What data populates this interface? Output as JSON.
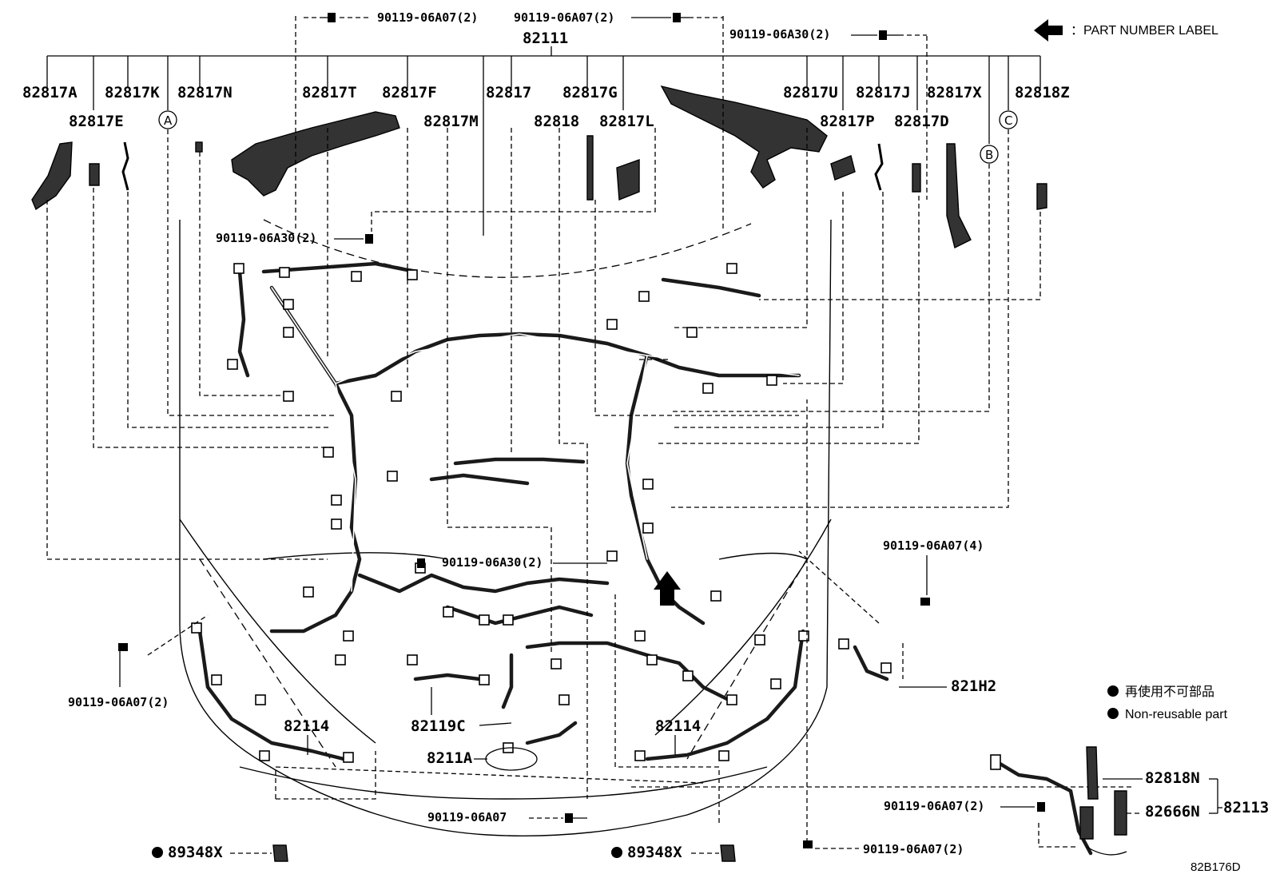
{
  "legend": {
    "arrow_label": "：PART NUMBER LABEL",
    "non_reusable_jp": "再使用不可部品",
    "non_reusable_en": "Non-reusable part"
  },
  "diagram_code": "82B176D",
  "main_assembly": "82111",
  "labels": {
    "p82817A": "82817A",
    "p82817E": "82817E",
    "p82817K": "82817K",
    "p82817N": "82817N",
    "p82817T": "82817T",
    "p82817F": "82817F",
    "p82817": "82817",
    "p82817M": "82817M",
    "p82817G": "82817G",
    "p82818": "82818",
    "p82817L": "82817L",
    "p82817U": "82817U",
    "p82817P": "82817P",
    "p82817J": "82817J",
    "p82817D": "82817D",
    "p82817X": "82817X",
    "p82818Z": "82818Z",
    "p82119C": "82119C",
    "p8211A": "8211A",
    "p82114_left": "82114",
    "p82114_right": "82114",
    "p821H2": "821H2",
    "p82818N": "82818N",
    "p82666N": "82666N",
    "p82113": "82113",
    "p89348X_left": "89348X",
    "p89348X_right": "89348X"
  },
  "circled": {
    "A": "A",
    "B": "B",
    "C": "C"
  },
  "bolts": {
    "top_left": "90119-06A07(2)",
    "top_mid": "90119-06A07(2)",
    "top_right": "90119-06A30(2)",
    "upper_left": "90119-06A30(2)",
    "center": "90119-06A30(2)",
    "right": "90119-06A07(4)",
    "left": "90119-06A07(2)",
    "bottom_center": "90119-06A07",
    "bottom_right": "90119-06A07(2)",
    "inset": "90119-06A07(2)"
  }
}
